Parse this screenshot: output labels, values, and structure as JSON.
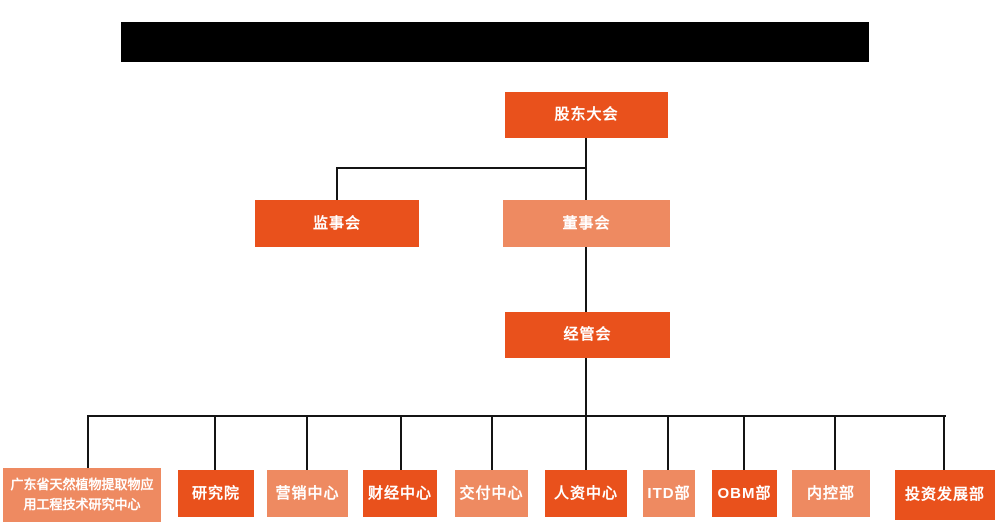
{
  "colors": {
    "page_bg": "#FFFFFF",
    "node_dark": "#E9511C",
    "node_light": "#EE8A61",
    "node_text": "#FFFFFF",
    "connector": "#141414",
    "redaction": "#000000"
  },
  "header": {
    "redacted": true
  },
  "org": {
    "nodes": [
      {
        "id": "shareholders-meeting",
        "label": "股东大会",
        "level": 1,
        "variant": "dark"
      },
      {
        "id": "supervisory-board",
        "label": "监事会",
        "level": 2,
        "variant": "dark"
      },
      {
        "id": "board-of-directors",
        "label": "董事会",
        "level": 2,
        "variant": "light"
      },
      {
        "id": "management-committee",
        "label": "经管会",
        "level": 3,
        "variant": "dark"
      },
      {
        "id": "gd-research-center",
        "label": "广东省天然植物提取物应用工程技术研究中心",
        "level": 4,
        "variant": "light"
      },
      {
        "id": "research-institute",
        "label": "研究院",
        "level": 4,
        "variant": "dark"
      },
      {
        "id": "marketing-center",
        "label": "营销中心",
        "level": 4,
        "variant": "light"
      },
      {
        "id": "finance-center",
        "label": "财经中心",
        "level": 4,
        "variant": "dark"
      },
      {
        "id": "delivery-center",
        "label": "交付中心",
        "level": 4,
        "variant": "light"
      },
      {
        "id": "hr-center",
        "label": "人资中心",
        "level": 4,
        "variant": "dark"
      },
      {
        "id": "itd-dept",
        "label": "ITD部",
        "level": 4,
        "variant": "light"
      },
      {
        "id": "obm-dept",
        "label": "OBM部",
        "level": 4,
        "variant": "dark"
      },
      {
        "id": "internal-control-dept",
        "label": "内控部",
        "level": 4,
        "variant": "light"
      },
      {
        "id": "investment-dev-dept",
        "label": "投资发展部",
        "level": 4,
        "variant": "dark"
      }
    ],
    "edges": [
      {
        "from": "股东大会",
        "to": "监事会"
      },
      {
        "from": "股东大会",
        "to": "董事会"
      },
      {
        "from": "董事会",
        "to": "经管会"
      },
      {
        "from": "经管会",
        "to": "广东省天然植物提取物应用工程技术研究中心"
      },
      {
        "from": "经管会",
        "to": "研究院"
      },
      {
        "from": "经管会",
        "to": "营销中心"
      },
      {
        "from": "经管会",
        "to": "财经中心"
      },
      {
        "from": "经管会",
        "to": "交付中心"
      },
      {
        "from": "经管会",
        "to": "人资中心"
      },
      {
        "from": "经管会",
        "to": "ITD部"
      },
      {
        "from": "经管会",
        "to": "OBM部"
      },
      {
        "from": "经管会",
        "to": "内控部"
      },
      {
        "from": "经管会",
        "to": "投资发展部"
      }
    ]
  }
}
